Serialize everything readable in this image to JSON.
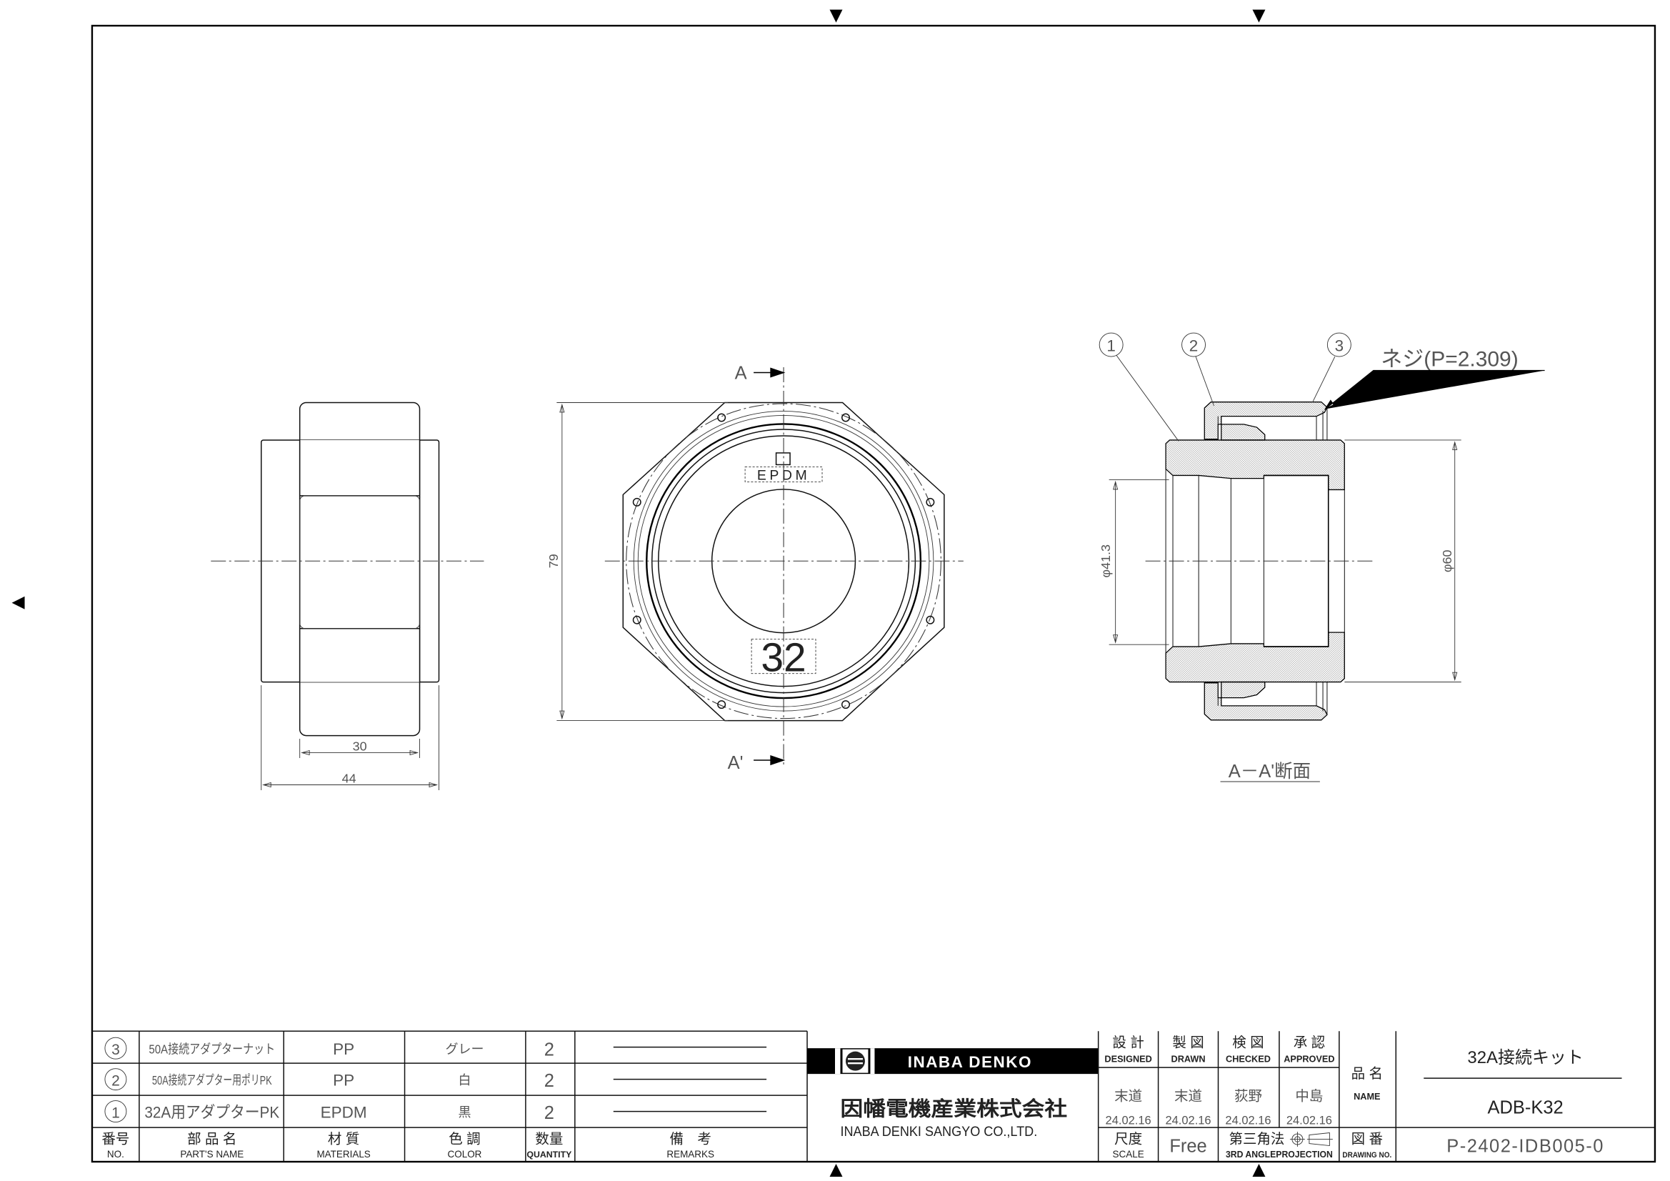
{
  "parts_list": {
    "rows": [
      {
        "no": "3",
        "name": "50A接続アダプターナット",
        "material": "PP",
        "color": "グレー",
        "quantity": "2"
      },
      {
        "no": "2",
        "name": "50A接続アダプター用ポリPK",
        "material": "PP",
        "color": "白",
        "quantity": "2"
      },
      {
        "no": "1",
        "name": "32A用アダプターPK",
        "material": "EPDM",
        "color": "黒",
        "quantity": "2"
      }
    ],
    "headers": {
      "no_jp": "番号",
      "no_en": "NO.",
      "name_jp": "部 品 名",
      "name_en": "PART'S NAME",
      "material_jp": "材 質",
      "material_en": "MATERIALS",
      "color_jp": "色 調",
      "color_en": "COLOR",
      "quantity_jp": "数量",
      "quantity_en": "QUANTITY",
      "remarks_jp": "備　考",
      "remarks_en": "REMARKS"
    }
  },
  "company": {
    "brand": "INABA DENKO",
    "name_jp": "因幡電機産業株式会社",
    "name_en": "INABA DENKI SANGYO CO.,LTD."
  },
  "approvals": [
    {
      "label_jp": "設 計",
      "label_en": "DESIGNED",
      "name": "末道",
      "date": "24.02.16"
    },
    {
      "label_jp": "製 図",
      "label_en": "DRAWN",
      "name": "末道",
      "date": "24.02.16"
    },
    {
      "label_jp": "検 図",
      "label_en": "CHECKED",
      "name": "荻野",
      "date": "24.02.16"
    },
    {
      "label_jp": "承 認",
      "label_en": "APPROVED",
      "name": "中島",
      "date": "24.02.16"
    }
  ],
  "scale": {
    "label_jp": "尺度",
    "label_en": "SCALE",
    "value": "Free"
  },
  "projection": {
    "label_jp": "第三角法",
    "label_en": "3RD ANGLEPROJECTION"
  },
  "drawing_no": {
    "label_jp": "図 番",
    "label_en": "DRAWING NO.",
    "value": "P-2402-IDB005-0"
  },
  "product": {
    "label_jp": "品 名",
    "label_en": "NAME",
    "title": "32A接続キット",
    "model": "ADB-K32"
  },
  "views": {
    "side": {
      "dim_inner": "30",
      "dim_outer": "44"
    },
    "front": {
      "dim_height": "79",
      "marking_material": "EPDM",
      "marking_size": "32",
      "section_start": "A",
      "section_end": "A'"
    },
    "section": {
      "title": "A－A'断面",
      "balloons": [
        "1",
        "2",
        "3"
      ],
      "thread_note": "ネジ(P=2.309)",
      "dim_bore": "φ41.3",
      "dim_outer": "φ60"
    }
  }
}
